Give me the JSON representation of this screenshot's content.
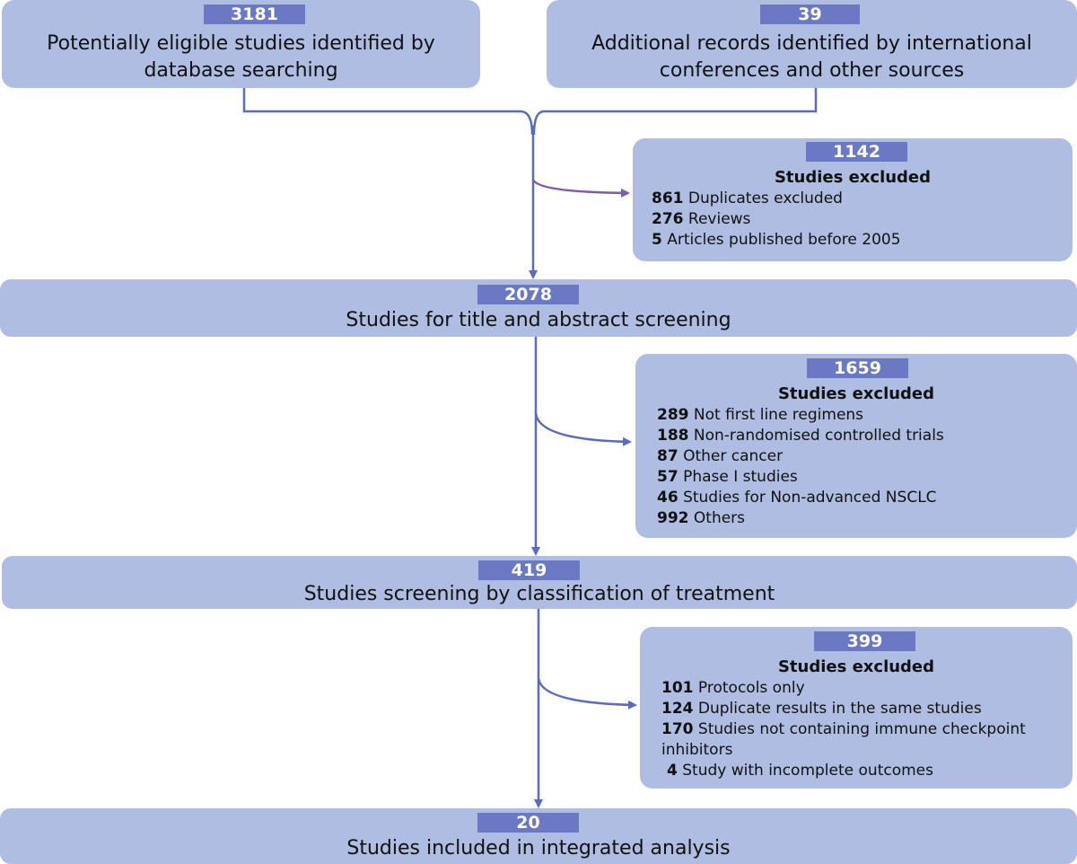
{
  "colors": {
    "box_fill": "#aebde1",
    "badge_fill": "#6b79c5",
    "connector": "#5b6bbd",
    "connector_accent": "#7a5ab5"
  },
  "sources": {
    "database": {
      "count": "3181",
      "label": "Potentially eligible studies identified by database searching"
    },
    "other": {
      "count": "39",
      "label": "Additional records identified by international conferences and other sources"
    }
  },
  "exclusion_1": {
    "count": "1142",
    "title": "Studies excluded",
    "items": [
      {
        "n": "861",
        "label": "Duplicates excluded"
      },
      {
        "n": "276",
        "label": "Reviews"
      },
      {
        "n": "5",
        "label": "Articles published before 2005"
      }
    ]
  },
  "screening": {
    "count": "2078",
    "label": "Studies for title and abstract screening"
  },
  "exclusion_2": {
    "count": "1659",
    "title": "Studies excluded",
    "items": [
      {
        "n": "289",
        "label": "Not first line regimens"
      },
      {
        "n": "188",
        "label": "Non-randomised controlled trials"
      },
      {
        "n": "87",
        "label": "Other cancer"
      },
      {
        "n": "57",
        "label": "Phase Ⅰ studies"
      },
      {
        "n": "46",
        "label": "Studies for Non-advanced NSCLC"
      },
      {
        "n": "992",
        "label": "Others"
      }
    ]
  },
  "classification": {
    "count": "419",
    "label": "Studies screening by classification of treatment"
  },
  "exclusion_3": {
    "count": "399",
    "title": "Studies excluded",
    "items": [
      {
        "n": "101",
        "label": "Protocols only"
      },
      {
        "n": "124",
        "label": "Duplicate results in the same studies"
      },
      {
        "n": "170",
        "label": "Studies not containing immune checkpoint inhibitors"
      },
      {
        "n": "4",
        "label": "Study with incomplete outcomes"
      }
    ]
  },
  "included": {
    "count": "20",
    "label": "Studies included in integrated analysis"
  }
}
